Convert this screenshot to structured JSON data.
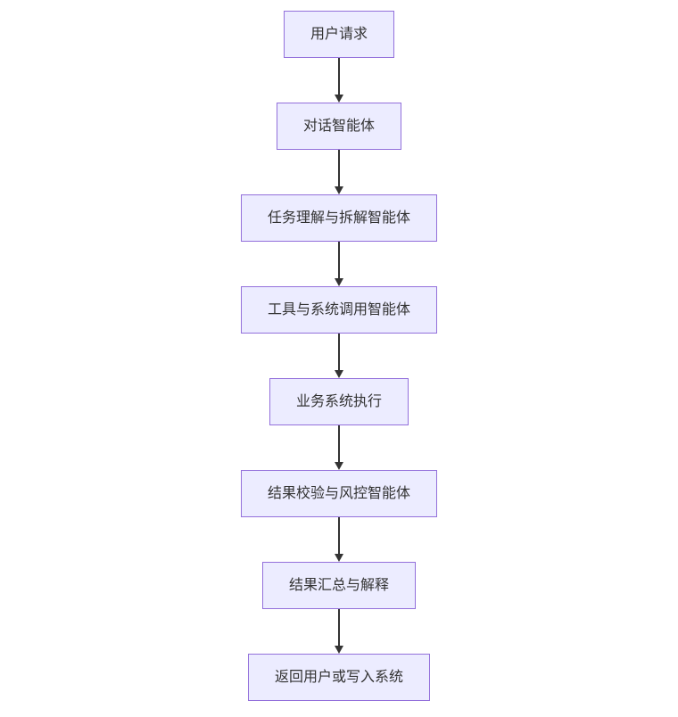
{
  "diagram": {
    "type": "flowchart",
    "direction": "top-down",
    "colors": {
      "background": "#FFFFFF",
      "node_fill": "#ECECFF",
      "node_border": "#9370DB",
      "node_text": "#333333",
      "arrow": "#333333"
    },
    "nodes": [
      {
        "id": "user-request",
        "label": "用户请求"
      },
      {
        "id": "dialogue-agent",
        "label": "对话智能体"
      },
      {
        "id": "task-understanding-agent",
        "label": "任务理解与拆解智能体"
      },
      {
        "id": "tool-system-call-agent",
        "label": "工具与系统调用智能体"
      },
      {
        "id": "business-system-execution",
        "label": "业务系统执行"
      },
      {
        "id": "result-verification-risk-agent",
        "label": "结果校验与风控智能体"
      },
      {
        "id": "result-summary-explanation",
        "label": "结果汇总与解释"
      },
      {
        "id": "return-user-or-write-system",
        "label": "返回用户或写入系统"
      }
    ],
    "edges": [
      {
        "from": "user-request",
        "to": "dialogue-agent"
      },
      {
        "from": "dialogue-agent",
        "to": "task-understanding-agent"
      },
      {
        "from": "task-understanding-agent",
        "to": "tool-system-call-agent"
      },
      {
        "from": "tool-system-call-agent",
        "to": "business-system-execution"
      },
      {
        "from": "business-system-execution",
        "to": "result-verification-risk-agent"
      },
      {
        "from": "result-verification-risk-agent",
        "to": "result-summary-explanation"
      },
      {
        "from": "result-summary-explanation",
        "to": "return-user-or-write-system"
      }
    ]
  }
}
